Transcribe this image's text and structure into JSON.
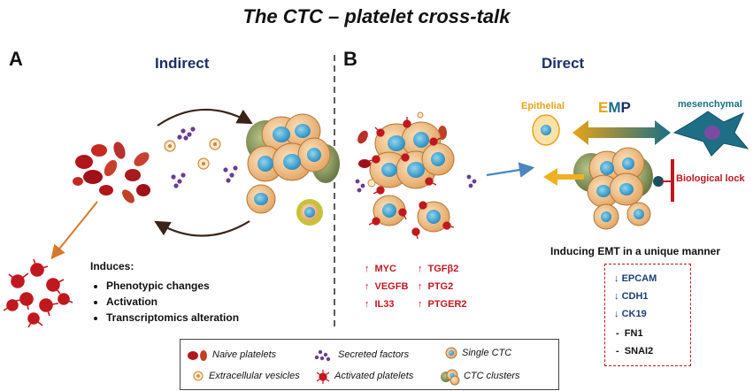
{
  "title": "The CTC – platelet cross-talk",
  "panel_a": {
    "letter": "A",
    "heading": "Indirect",
    "induces_title": "Induces:",
    "induces_items": [
      "Phenotypic changes",
      "Activation",
      "Transcriptomics alteration"
    ]
  },
  "panel_b": {
    "letter": "B",
    "heading": "Direct",
    "genes_col1": [
      "MYC",
      "VEGFB",
      "IL33"
    ],
    "genes_col2": [
      "TGFβ2",
      "PTG2",
      "PTGER2"
    ],
    "gene_arrow": "↑",
    "epithelial_label": "Epithelial",
    "emp_e": "E",
    "emp_m": "M",
    "emp_p": "P",
    "mesenchymal_label": "mesenchymal",
    "biological_lock": "Biological lock",
    "emt_caption": "Inducing EMT in a unique manner",
    "markers_down": [
      "EPCAM",
      "CDH1",
      "CK19"
    ],
    "markers_other": [
      "FN1",
      "SNAI2"
    ],
    "down_arrow": "↓",
    "dash": "-"
  },
  "legend": {
    "naive_platelets": "Naive platelets",
    "extracellular_vesicles": "Extracellular vesicles",
    "secreted_factors": "Secreted factors",
    "activated_platelets": "Activated platelets",
    "single_ctc": "Single CTC",
    "ctc_clusters": "CTC clusters"
  },
  "colors": {
    "heading": "#1c2f6b",
    "gene_red": "#c01820",
    "epithelial": "#e8a317",
    "mesenchymal": "#1a6f86",
    "platelet": "#b0161c",
    "secreted": "#6a3d8f",
    "lock": "#c01820"
  }
}
